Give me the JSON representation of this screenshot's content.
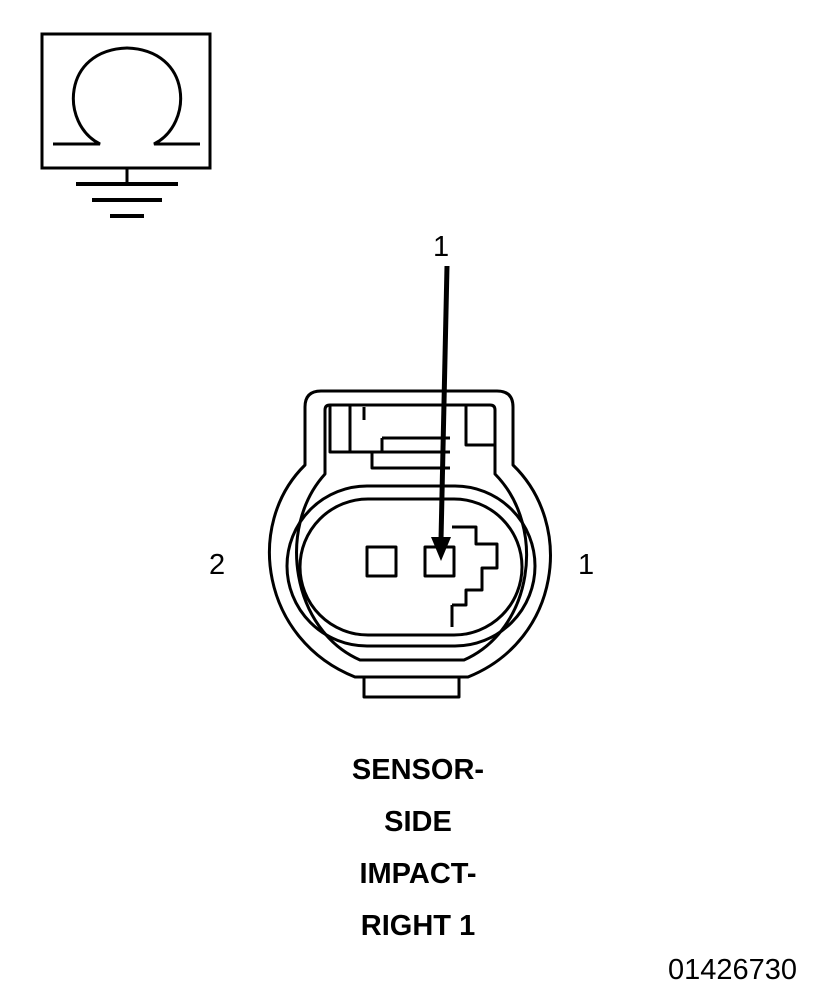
{
  "symbol": {
    "icon": "ohmmeter-ground-icon"
  },
  "callout": {
    "label": "1"
  },
  "pins": {
    "left_label": "2",
    "right_label": "1"
  },
  "caption": {
    "lines": [
      "SENSOR-",
      "SIDE",
      "IMPACT-",
      "RIGHT 1"
    ]
  },
  "figure_id": "01426730"
}
